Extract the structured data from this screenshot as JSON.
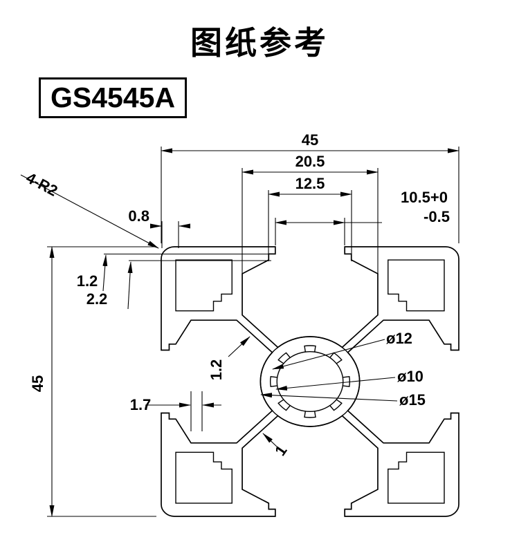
{
  "title": "图纸参考",
  "model_label": "GS4545A",
  "dimensions": {
    "overall_width": "45",
    "overall_height": "45",
    "slot_cavity_width": "20.5",
    "slot_mid_width": "12.5",
    "slot_opening": "10.5+0",
    "slot_opening_tolerance": "-0.5",
    "corner_radius": "4-R2",
    "corner_step": "0.8",
    "lip_thickness": "1.2",
    "lip_step_depth": "2.2",
    "web_thickness_upper": "1.2",
    "wall_thickness": "1.7",
    "web_thickness_lower": "1",
    "serration_diameter": "ø12",
    "bore_diameter": "ø10",
    "boss_diameter": "ø15"
  }
}
